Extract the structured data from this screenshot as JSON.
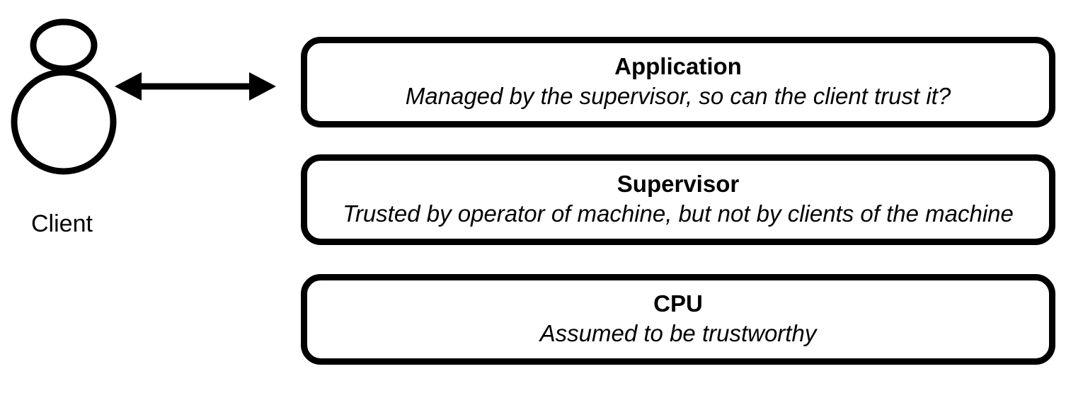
{
  "client": {
    "label": "Client",
    "icon": "person-icon"
  },
  "connector": {
    "icon": "double-arrow-icon"
  },
  "layers": [
    {
      "title": "Application",
      "description": "Managed by the supervisor, so can the client trust it?"
    },
    {
      "title": "Supervisor",
      "description": "Trusted by operator of machine, but not by clients of the machine"
    },
    {
      "title": "CPU",
      "description": "Assumed to be trustworthy"
    }
  ],
  "colors": {
    "stroke": "#000000",
    "background": "#ffffff"
  }
}
